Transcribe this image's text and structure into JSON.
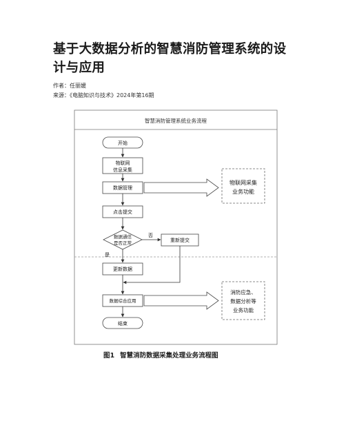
{
  "article": {
    "title": "基于大数据分析的智慧消防管理系统的设计与应用",
    "author_line": "作者：任丽媛",
    "source_line": "来源：《电脑知识与技术》2024年第16期"
  },
  "figure": {
    "header": "智慧消防管理系统业务流程",
    "nodes": {
      "start": "开始",
      "iot_info_1": "物联网",
      "iot_info_2": "信息采集",
      "data_mgmt": "数据管理",
      "click_submit": "点击提交",
      "decision_1": "数据通信",
      "decision_2": "是否正常",
      "resubmit": "重新提交",
      "update_data": "更新数据",
      "data_app": "数据综合应用",
      "end": "结束"
    },
    "side_boxes": {
      "iot_func_1": "物联网采集",
      "iot_func_2": "业务功能",
      "fire_func_1": "消防应急、",
      "fire_func_2": "数据分析等",
      "fire_func_3": "业务功能"
    },
    "labels": {
      "no": "否",
      "yes": "是"
    },
    "caption_num": "图1",
    "caption_text": "智慧消防数据采集处理业务流程图"
  }
}
